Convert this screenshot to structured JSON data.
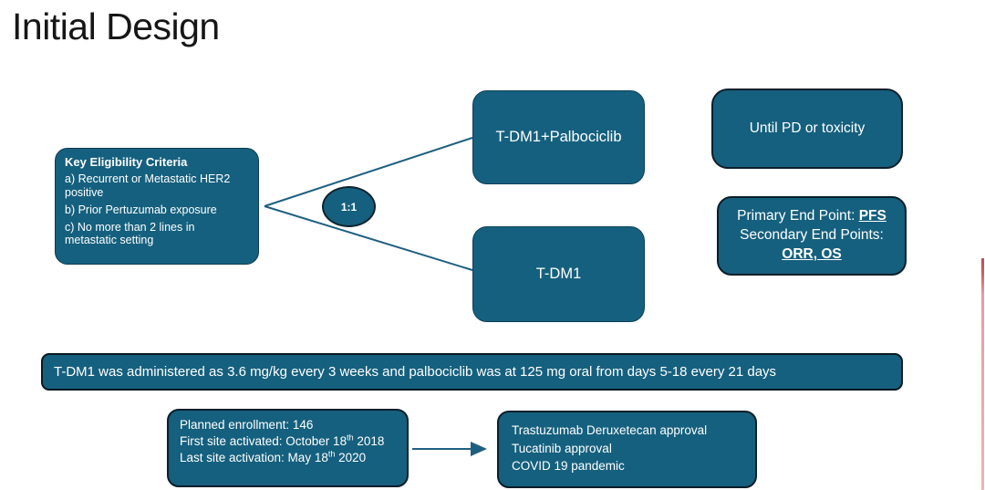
{
  "title": "Initial Design",
  "colors": {
    "box_fill": "#15607E",
    "box_border_dark": "#0B1E2A",
    "text_on_box": "#FFFFFF",
    "title_text": "#161616",
    "connector_line": "#1E5F80",
    "right_edge_marker": "#E08A8A"
  },
  "eligibility": {
    "heading": "Key Eligibility Criteria",
    "items": [
      "a) Recurrent or Metastatic HER2 positive",
      "b) Prior Pertuzumab exposure",
      "c) No more than 2 lines in metastatic setting"
    ]
  },
  "randomization": {
    "ratio": "1:1"
  },
  "arms": {
    "arm1": "T-DM1+Palbociclib",
    "arm2": "T-DM1"
  },
  "treatment_duration": "Until PD or toxicity",
  "endpoints": {
    "primary_label": "Primary End Point: ",
    "primary_value": "PFS",
    "secondary_label": "Secondary End Points:",
    "secondary_value": "ORR, OS"
  },
  "dosing_note": "T-DM1 was administered as 3.6 mg/kg every 3 weeks and palbociclib was at 125 mg oral from days 5-18 every 21 days",
  "enrollment": {
    "planned": "Planned enrollment: 146",
    "first_site_prefix": "First site activated: October 18",
    "first_site_sup": "th",
    "first_site_suffix": " 2018",
    "last_site_prefix": "Last site activation: May 18",
    "last_site_sup": "th",
    "last_site_suffix": " 2020"
  },
  "interruption_events": [
    "Trastuzumab Deruxetecan approval",
    "Tucatinib approval",
    "COVID 19 pandemic"
  ]
}
